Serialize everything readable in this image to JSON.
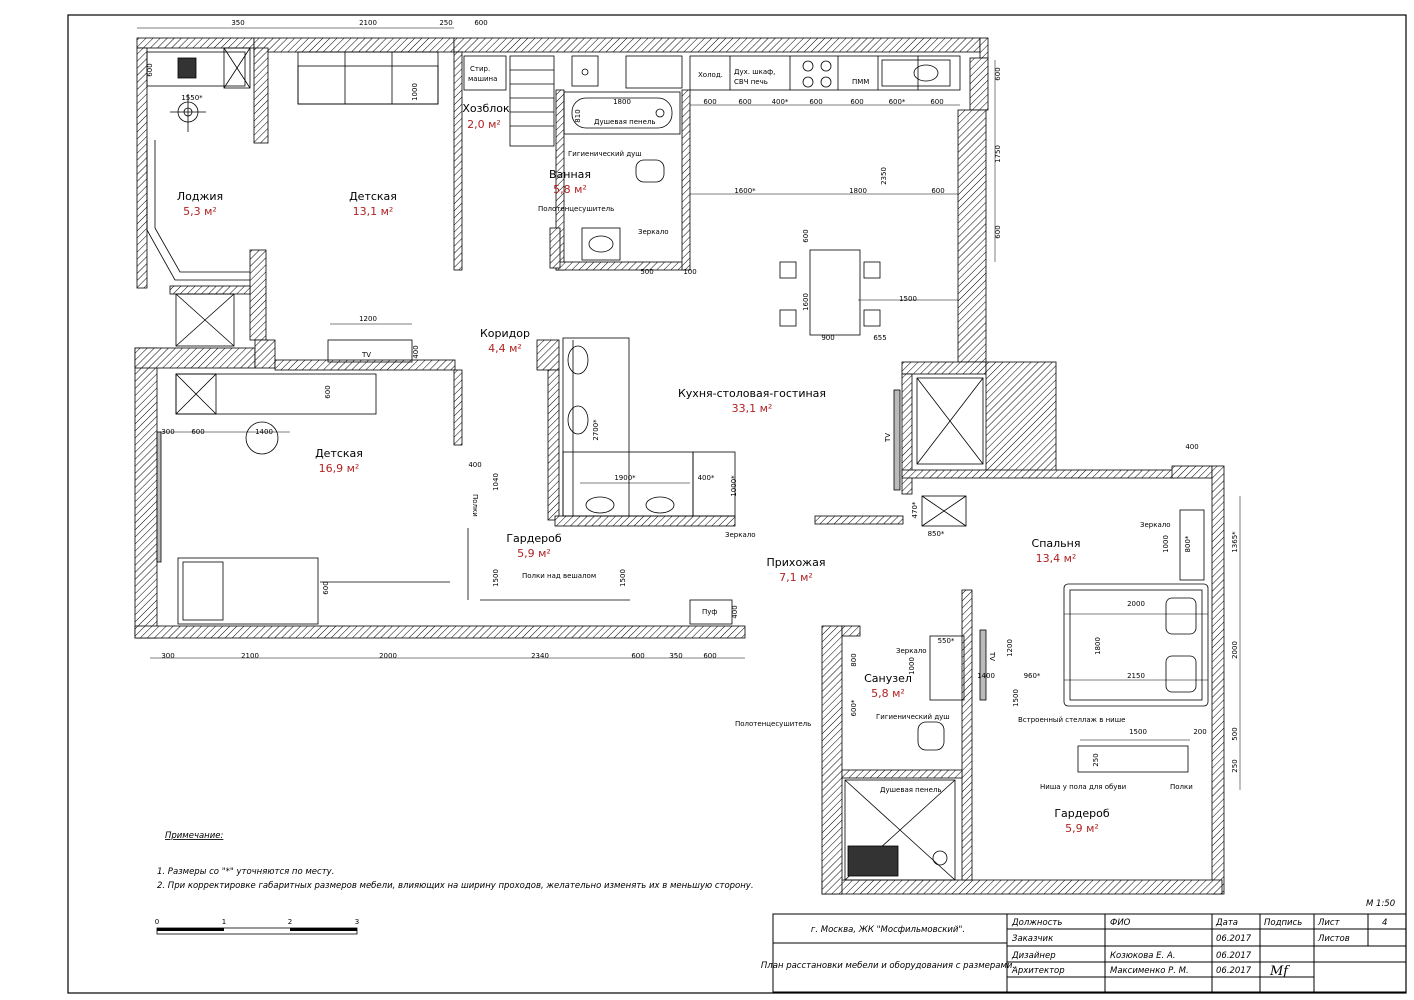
{
  "rooms": [
    {
      "id": "loggia",
      "name": "Лоджия",
      "area": "5,3 м²"
    },
    {
      "id": "kids1",
      "name": "Детская",
      "area": "13,1 м²"
    },
    {
      "id": "utility",
      "name": "Хозблок",
      "area": "2,0 м²"
    },
    {
      "id": "bath",
      "name": "Ванная",
      "area": "5,8 м²"
    },
    {
      "id": "corridor",
      "name": "Коридор",
      "area": "4,4 м²"
    },
    {
      "id": "kitchen",
      "name": "Кухня-столовая-гостиная",
      "area": "33,1 м²"
    },
    {
      "id": "kids2",
      "name": "Детская",
      "area": "16,9 м²"
    },
    {
      "id": "wardrobe1",
      "name": "Гардероб",
      "area": "5,9 м²"
    },
    {
      "id": "hall",
      "name": "Прихожая",
      "area": "7,1 м²"
    },
    {
      "id": "bedroom",
      "name": "Спальня",
      "area": "13,4 м²"
    },
    {
      "id": "wc",
      "name": "Санузел",
      "area": "5,8 м²"
    },
    {
      "id": "wardrobe2",
      "name": "Гардероб",
      "area": "5,9 м²"
    }
  ],
  "labels": {
    "washer1": "Стир.",
    "washer2": "машина",
    "fridge": "Холод.",
    "oven1": "Дух. шкаф,",
    "oven2": "СВЧ печь",
    "dishwasher": "ПММ",
    "shower_panel1": "Душевая пенель",
    "hygienic_shower1": "Гигиенический душ",
    "towel_rail1": "Полотенцесушитель",
    "mirror1": "Зеркало",
    "tv1": "TV",
    "tv2": "TV",
    "tv3": "TV",
    "shelves1": "Полки",
    "shelves_over_hanger": "Полки над вешалом",
    "mirror2": "Зеркало",
    "pouf": "Пуф",
    "mirror3": "Зеркало",
    "mirror4": "Зеркало",
    "towel_rail2": "Полотенцесушитель",
    "hygienic_shower2": "Гигиенический душ",
    "shower_panel2": "Душевая пенель",
    "built_in_shelf": "Встроенный стеллаж в нише",
    "shoe_niche": "Ниша у пола для обуви",
    "shelves2": "Полки"
  },
  "dimensions": {
    "top": [
      "350",
      "2100",
      "250",
      "600"
    ],
    "kitchen_top": [
      "600",
      "600",
      "400*",
      "600",
      "600",
      "600*",
      "600"
    ],
    "left": [
      "600",
      "1550*",
      "300",
      "600",
      "1400",
      "1200",
      "400",
      "600"
    ],
    "bottom": [
      "300",
      "2100",
      "2000",
      "2340",
      "600",
      "350",
      "600"
    ],
    "right": [
      "600",
      "1750",
      "600",
      "400",
      "1365*",
      "2000",
      "500",
      "250"
    ],
    "misc": [
      "1000",
      "1800",
      "810",
      "500",
      "100",
      "1600*",
      "1800",
      "600",
      "2350",
      "600",
      "1600",
      "900",
      "655",
      "1500",
      "2700*",
      "1900*",
      "400*",
      "1000*",
      "400",
      "1040",
      "1500",
      "1500",
      "600",
      "400",
      "470*",
      "850*",
      "550*",
      "1000",
      "800*",
      "1200",
      "960*",
      "2150",
      "2000",
      "1000",
      "1800",
      "800",
      "600*",
      "1500",
      "1400",
      "1500",
      "200",
      "250"
    ]
  },
  "notes": {
    "title": "Примечание:",
    "items": [
      "1.  Размеры со \"*\" уточняются по месту.",
      "2.  При корректировке габаритных размеров мебели, влияющих на ширину проходов, желательно изменять их в меньшую сторону."
    ]
  },
  "scale": {
    "label": "М 1:50",
    "ticks": [
      "0",
      "1",
      "2",
      "3"
    ]
  },
  "title_block": {
    "address": "г. Москва, ЖК \"Мосфильмовский\".",
    "drawing_title": "План расстановки мебели и оборудования с размерами.",
    "headers": [
      "Должность",
      "ФИО",
      "Дата",
      "Подпись",
      "Лист",
      "4"
    ],
    "rows": [
      {
        "role": "Заказчик",
        "name": "",
        "date": "06.2017",
        "extra": "Листов"
      },
      {
        "role": "Дизайнер",
        "name": "Козюкова Е. А.",
        "date": "06.2017",
        "extra": ""
      },
      {
        "role": "Архитектор",
        "name": "Максименко Р. М.",
        "date": "06.2017",
        "extra": ""
      }
    ],
    "signature": "Mf"
  }
}
